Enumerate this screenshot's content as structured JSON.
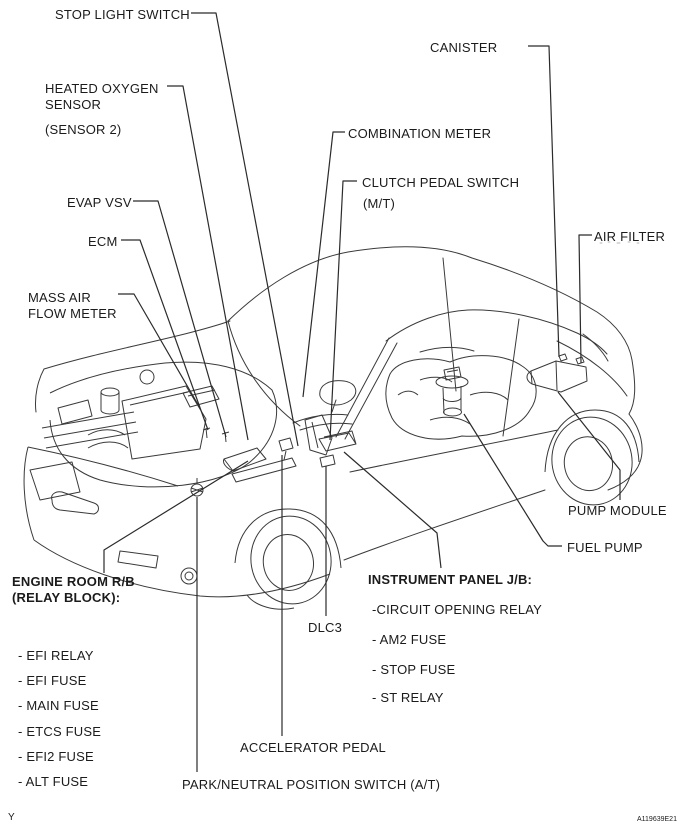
{
  "figure": {
    "code": "A119639E21",
    "page_marker": "Y"
  },
  "labels": {
    "stop_light_switch": "STOP LIGHT SWITCH",
    "canister": "CANISTER",
    "heated_oxygen_sensor_line1": "HEATED OXYGEN",
    "heated_oxygen_sensor_line2": "SENSOR",
    "heated_oxygen_sensor_line3": "(SENSOR 2)",
    "combination_meter": "COMBINATION METER",
    "clutch_pedal_switch_line1": "CLUTCH PEDAL SWITCH",
    "clutch_pedal_switch_line2": "(M/T)",
    "evap_vsv": "EVAP VSV",
    "ecm": "ECM",
    "air_filter": "AIR FILTER",
    "mass_air_flow_meter_line1": "MASS AIR",
    "mass_air_flow_meter_line2": "FLOW METER",
    "pump_module": "PUMP MODULE",
    "fuel_pump": "FUEL PUMP",
    "dlc3": "DLC3",
    "accelerator_pedal": "ACCELERATOR PEDAL",
    "park_neutral_position_switch": "PARK/NEUTRAL POSITION SWITCH (A/T)"
  },
  "engine_room_rb": {
    "title_line1": "ENGINE ROOM R/B",
    "title_line2": "(RELAY BLOCK):",
    "items": [
      "- EFI RELAY",
      "- EFI FUSE",
      "- MAIN FUSE",
      "- ETCS FUSE",
      "- EFI2 FUSE",
      "- ALT FUSE"
    ]
  },
  "instrument_panel_jb": {
    "title": "INSTRUMENT PANEL J/B:",
    "items": [
      "-CIRCUIT OPENING RELAY",
      "- AM2 FUSE",
      "- STOP FUSE",
      "- ST RELAY"
    ]
  },
  "colors": {
    "background": "#ffffff",
    "art_line": "#3a3a3a",
    "leader_line": "#2b2b2b",
    "text": "#1b1b1b"
  }
}
